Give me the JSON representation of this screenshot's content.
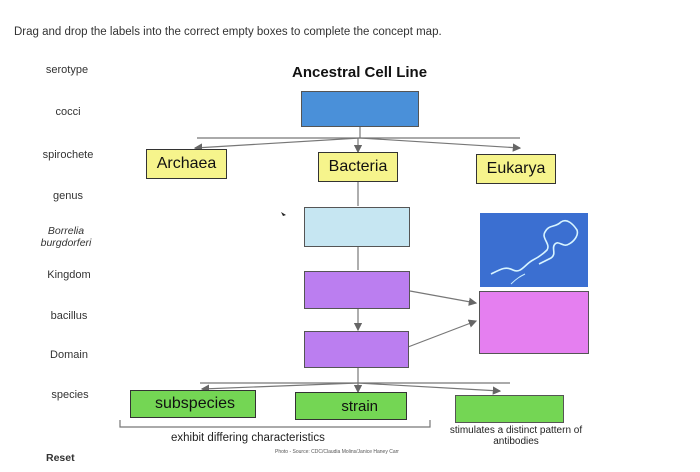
{
  "instruction": "Drag and drop the labels into the correct empty boxes to complete the concept map.",
  "bank": {
    "items": [
      {
        "label": "serotype",
        "italic": false
      },
      {
        "label": "cocci",
        "italic": false
      },
      {
        "label": "spirochete",
        "italic": false
      },
      {
        "label": "genus",
        "italic": false
      },
      {
        "label": "Borrelia burgdorferi",
        "italic": true
      },
      {
        "label": "Kingdom",
        "italic": false
      },
      {
        "label": "bacillus",
        "italic": false
      },
      {
        "label": "Domain",
        "italic": false
      },
      {
        "label": "species",
        "italic": false
      }
    ],
    "reset_label": "Reset"
  },
  "map": {
    "title": "Ancestral Cell Line",
    "archaea": "Archaea",
    "bacteria": "Bacteria",
    "eukarya": "Eukarya",
    "subspecies": "subspecies",
    "strain": "strain",
    "caption_left": "exhibit differing characteristics",
    "caption_right": "stimulates a distinct pattern of antibodies",
    "credit": "Photo - Source: CDC/Claudia Molins/Janice Haney Carr"
  },
  "colors": {
    "blue": "#4a90d9",
    "light_blue": "#c6e6f2",
    "purple": "#bb7ef0",
    "pink": "#e57ff0",
    "yellow": "#f6f48c",
    "green": "#74d654",
    "image_blue": "#3b6fd1"
  }
}
